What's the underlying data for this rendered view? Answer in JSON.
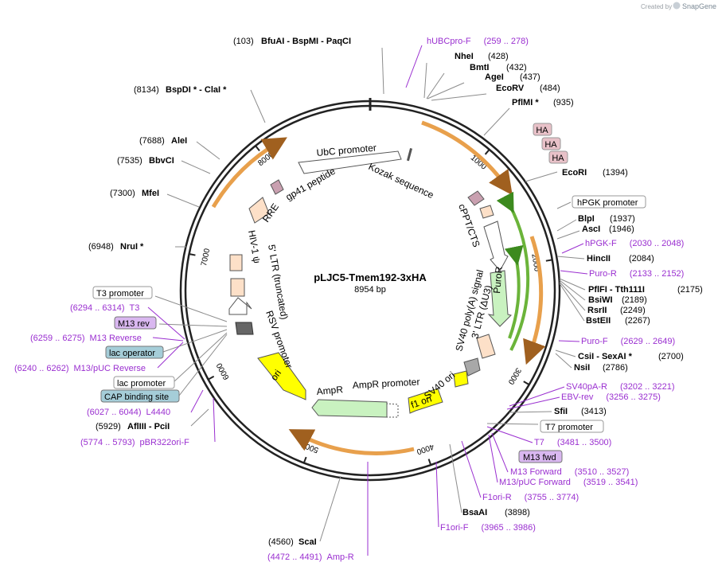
{
  "watermark": {
    "created_by": "Created by",
    "brand": "SnapGene"
  },
  "plasmid": {
    "name": "pLJC5-Tmem192-3xHA",
    "size": "8954 bp"
  },
  "ticks": [
    "1000",
    "2000",
    "3000",
    "4000",
    "5000",
    "6000",
    "7000",
    "8000"
  ],
  "sites": [
    {
      "pos": "(103)",
      "name": "BfuAI  -  BspMI  -  PaqCI"
    },
    {
      "pos": "(428)",
      "name": "NheI"
    },
    {
      "pos": "(432)",
      "name": "BmtI"
    },
    {
      "pos": "(437)",
      "name": "AgeI"
    },
    {
      "pos": "(484)",
      "name": "EcoRV"
    },
    {
      "pos": "(935)",
      "name": "PflMI *"
    },
    {
      "pos": "(1394)",
      "name": "EcoRI"
    },
    {
      "pos": "(1937)",
      "name": "BlpI"
    },
    {
      "pos": "(1946)",
      "name": "AscI"
    },
    {
      "pos": "(2084)",
      "name": "HincII"
    },
    {
      "pos": "(2175)",
      "name": "PflFI  -  Tth111I"
    },
    {
      "pos": "(2189)",
      "name": "BsiWI"
    },
    {
      "pos": "(2249)",
      "name": "RsrII"
    },
    {
      "pos": "(2267)",
      "name": "BstEII"
    },
    {
      "pos": "(2700)",
      "name": "CsiI  -  SexAI *"
    },
    {
      "pos": "(2786)",
      "name": "NsiI"
    },
    {
      "pos": "(3413)",
      "name": "SfiI"
    },
    {
      "pos": "(3898)",
      "name": "BsaAI"
    },
    {
      "pos": "(4560)",
      "name": "ScaI"
    },
    {
      "pos": "(5929)",
      "name": "AflIII  -  PciI"
    },
    {
      "pos": "(6948)",
      "name": "NruI *"
    },
    {
      "pos": "(7300)",
      "name": "MfeI"
    },
    {
      "pos": "(7535)",
      "name": "BbvCI"
    },
    {
      "pos": "(7688)",
      "name": "AleI"
    },
    {
      "pos": "(8134)",
      "name": "BspDI *  -  ClaI *"
    }
  ],
  "primers": [
    {
      "name": "hUBCpro-F",
      "range": "(259 .. 278)"
    },
    {
      "name": "hPGK-F",
      "range": "(2030 .. 2048)"
    },
    {
      "name": "Puro-R",
      "range": "(2133 .. 2152)"
    },
    {
      "name": "Puro-F",
      "range": "(2629 .. 2649)"
    },
    {
      "name": "SV40pA-R",
      "range": "(3202 .. 3221)"
    },
    {
      "name": "EBV-rev",
      "range": "(3256 .. 3275)"
    },
    {
      "name": "T7",
      "range": "(3481 .. 3500)"
    },
    {
      "name": "M13 Forward",
      "range": "(3510 .. 3527)"
    },
    {
      "name": "M13/pUC Forward",
      "range": "(3519 .. 3541)"
    },
    {
      "name": "F1ori-R",
      "range": "(3755 .. 3774)"
    },
    {
      "name": "F1ori-F",
      "range": "(3965 .. 3986)"
    },
    {
      "name": "Amp-R",
      "range": "(4472 .. 4491)"
    },
    {
      "name": "pBR322ori-F",
      "range": "(5774 .. 5793)"
    },
    {
      "name": "L4440",
      "range": "(6027 .. 6044)"
    },
    {
      "name": "M13/pUC Reverse",
      "range": "(6240 .. 6262)"
    },
    {
      "name": "M13 Reverse",
      "range": "(6259 .. 6275)"
    },
    {
      "name": "T3",
      "range": "(6294 .. 6314)"
    }
  ],
  "boxed": {
    "ha": "HA",
    "hpgk": "hPGK promoter",
    "t7": "T7 promoter",
    "m13fwd": "M13 fwd",
    "t3": "T3 promoter",
    "m13rev": "M13 rev",
    "lacop": "lac operator",
    "lacprom": "lac promoter",
    "cap": "CAP binding site"
  },
  "features": {
    "ubc": "UbC promoter",
    "kozak": "Kozak sequence",
    "gp41": "gp41 peptide",
    "rre": "RRE",
    "cppt": "cPPT/CTS",
    "puror": "PuroR",
    "sv40pa": "SV40 poly(A) signal",
    "ltr3": "3' LTR (ΔU3)",
    "sv40ori": "SV40 ori",
    "f1ori": "f1 ori",
    "amprprom": "AmpR promoter",
    "ampr": "AmpR",
    "ori": "ori",
    "rsv": "RSV promoter",
    "ltr5": "5' LTR (truncated)",
    "hiv": "HIV-1 ψ"
  },
  "colors": {
    "primer": "#9a2fd0",
    "orange_arc": "#e8a04c",
    "green_arc": "#6bb43a",
    "ha_box": "#e8c1c8",
    "m13_box": "#d9b7f0",
    "lac_box": "#a5cdd8",
    "promoter_fill": "#ffffff",
    "puro_fill": "#c9f2c0",
    "ltr_fill": "#fde0c8",
    "ori_fill": "#ffff00",
    "grey_fill": "#a8a8a8"
  }
}
